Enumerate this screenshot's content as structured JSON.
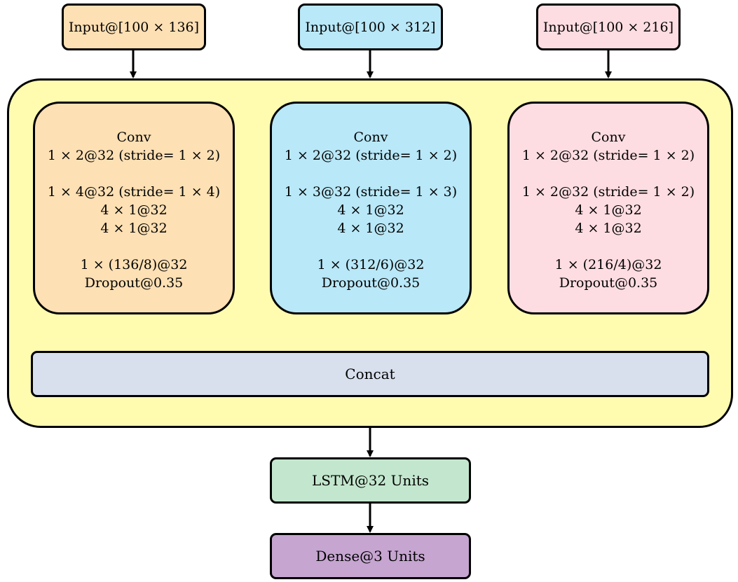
{
  "colors": {
    "orange": "#fde0b4",
    "blue": "#b9e8f8",
    "pink": "#fedde2",
    "yellow": "#fffcb0",
    "concat": "#d8dfed",
    "lstm": "#c3e7ce",
    "dense": "#c6a5d1"
  },
  "inputs": [
    {
      "label": "Input@[100 × 136]"
    },
    {
      "label": "Input@[100 × 312]"
    },
    {
      "label": "Input@[100 × 216]"
    }
  ],
  "branches": [
    {
      "title": "Conv",
      "layer1": "1 × 2@32 (stride= 1 × 2)",
      "layer2": "1 × 4@32 (stride= 1 × 4)",
      "layer3": "4 × 1@32",
      "layer4": "4 × 1@32",
      "layer5": "1 × (136/8)@32",
      "dropout": "Dropout@0.35"
    },
    {
      "title": "Conv",
      "layer1": "1 × 2@32 (stride= 1 × 2)",
      "layer2": "1 × 3@32 (stride= 1 × 3)",
      "layer3": "4 × 1@32",
      "layer4": "4 × 1@32",
      "layer5": "1 × (312/6)@32",
      "dropout": "Dropout@0.35"
    },
    {
      "title": "Conv",
      "layer1": "1 × 2@32 (stride= 1 × 2)",
      "layer2": "1 × 2@32 (stride= 1 × 2)",
      "layer3": "4 × 1@32",
      "layer4": "4 × 1@32",
      "layer5": "1 × (216/4)@32",
      "dropout": "Dropout@0.35"
    }
  ],
  "concat": {
    "label": "Concat"
  },
  "lstm": {
    "label": "LSTM@32 Units"
  },
  "dense": {
    "label": "Dense@3 Units"
  }
}
